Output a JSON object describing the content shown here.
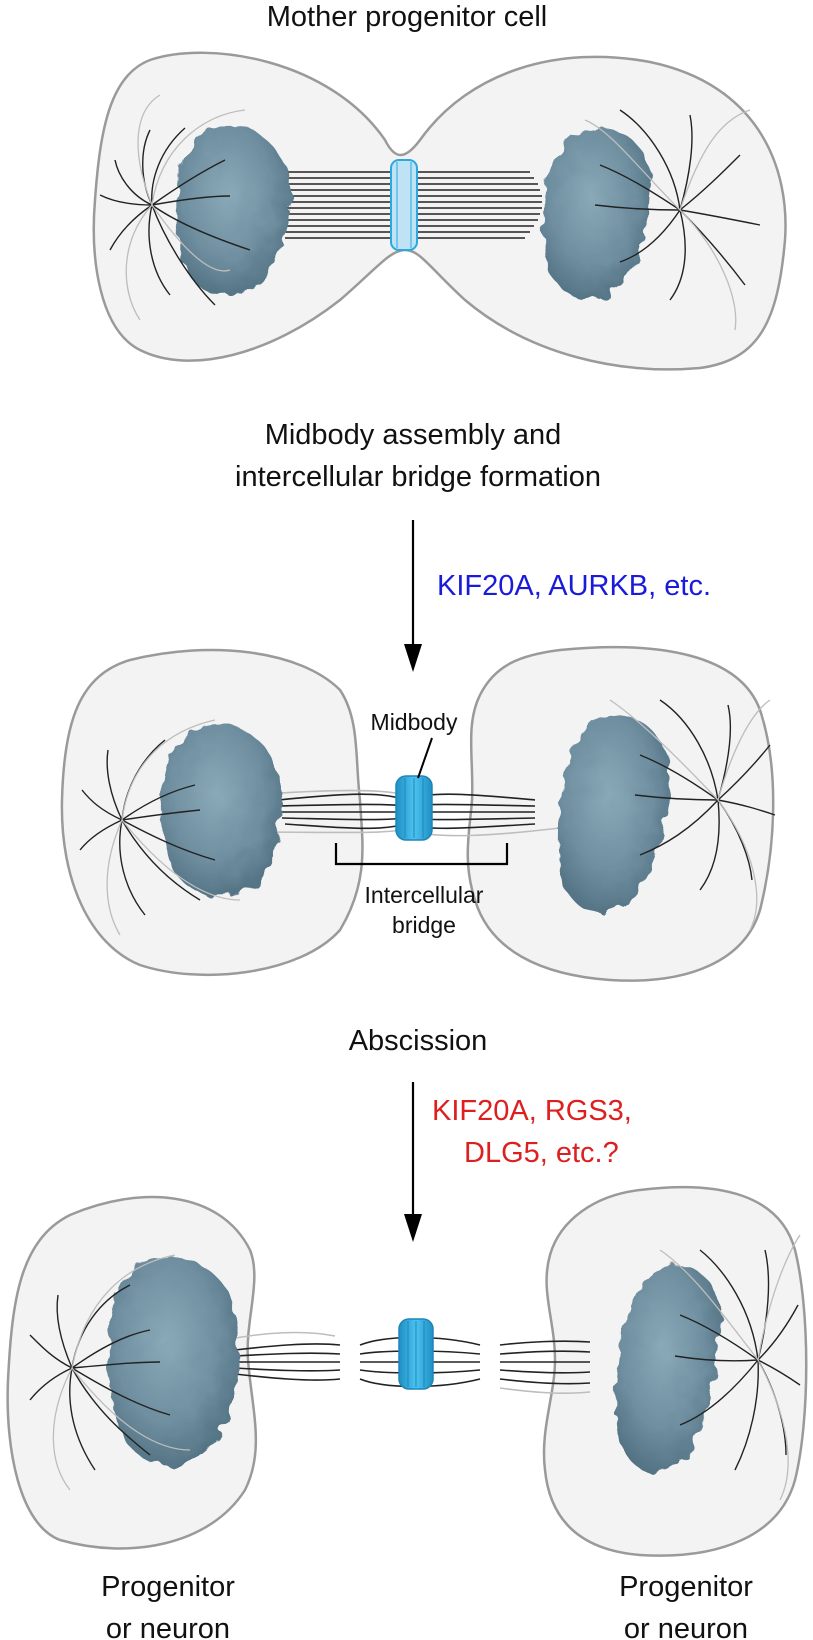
{
  "labels": {
    "top_title": "Mother progenitor cell",
    "step1_line1": "Midbody assembly and",
    "step1_line2": "intercellular bridge formation",
    "step1_regulators": "KIF20A, AURKB, etc.",
    "midbody": "Midbody",
    "bridge_line1": "Intercellular",
    "bridge_line2": "bridge",
    "step2": "Abscission",
    "step2_regulators_line1": "KIF20A, RGS3,",
    "step2_regulators_line2": "DLG5, etc.?",
    "daughter_left_line1": "Progenitor",
    "daughter_left_line2": "or neuron",
    "daughter_right_line1": "Progenitor",
    "daughter_right_line2": "or neuron"
  },
  "colors": {
    "membrane": "#9a9a9a",
    "cytoplasm": "#f3f3f3",
    "chromatin": "#6f8fa0",
    "chromatin_dark": "#587a8b",
    "midbody_ring_pale": "#bfe3f5",
    "midbody_ring": "#29a9e0",
    "microtubule": "#1a1a1a",
    "microtubule_light": "#bdbdbd",
    "arrow": "#000000",
    "regulators_step1": "#1a1adb",
    "regulators_step2": "#dd1f1f"
  }
}
